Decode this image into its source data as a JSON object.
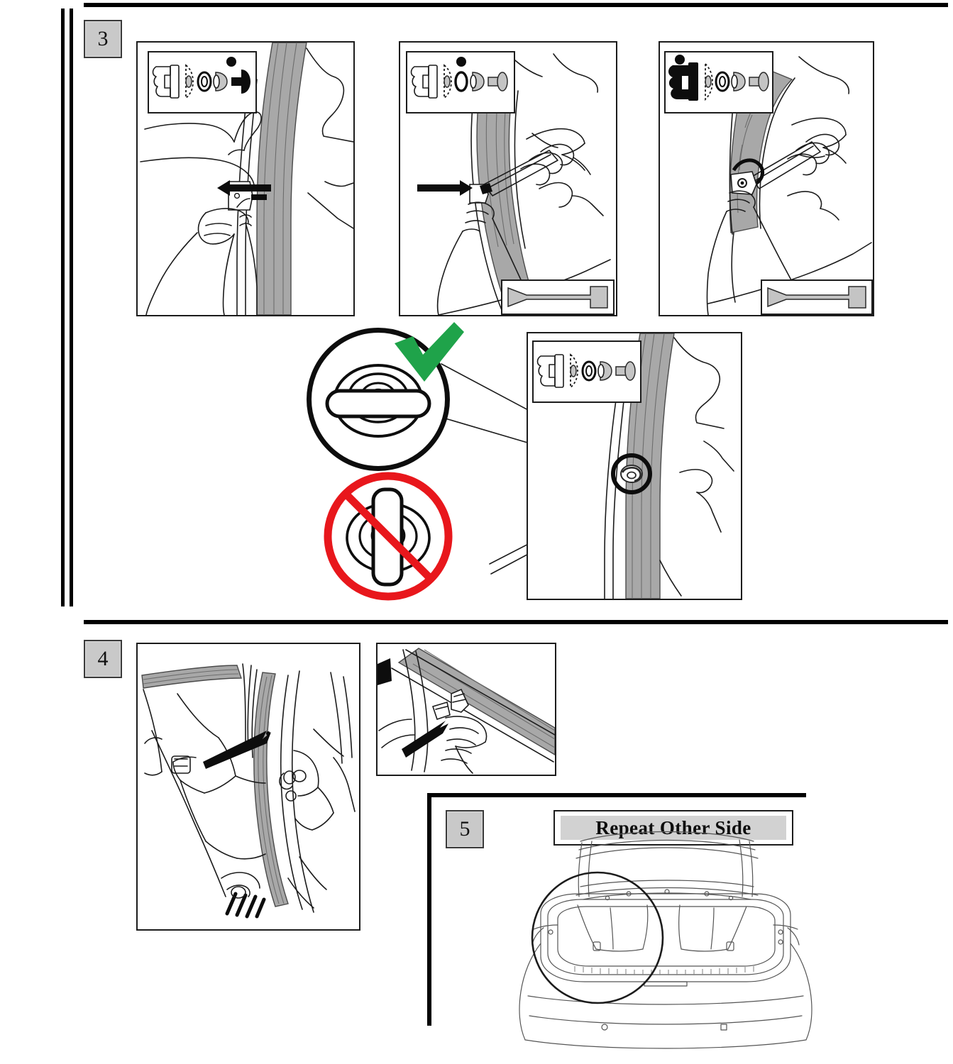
{
  "document": {
    "type": "vehicle-accessory-installation-instructions",
    "sheet_title": "Trunk Lid Weatherstrip / Clip Installation",
    "page_background": "#ffffff",
    "line_color": "#1c1c1c"
  },
  "colors": {
    "check_green": "#1fa34a",
    "prohibit_red": "#e8171c",
    "badge_gray": "#c9c9c9",
    "banner_gray": "#d2d2d2",
    "weatherstrip_gray": "#a8a8a8",
    "ink": "#1c1c1c"
  },
  "steps": [
    {
      "number": "3",
      "badge_label": "3",
      "panels": [
        {
          "id": "step3-panel-1",
          "caption": "",
          "legend": {
            "parts": [
              "clip-bracket",
              "dotted-outline",
              "grommet",
              "washer",
              "push-fastener"
            ],
            "highlighted_part": "push-fastener",
            "marker_dot": true
          },
          "arrow": "left",
          "tool_inset": false
        },
        {
          "id": "step3-panel-2",
          "caption": "",
          "legend": {
            "parts": [
              "clip-bracket",
              "dotted-outline",
              "grommet",
              "washer",
              "push-fastener"
            ],
            "highlighted_part": "marker-dot",
            "marker_dot": true
          },
          "arrow": "right",
          "tool_inset": true,
          "tool_name": "trim-pry-tool"
        },
        {
          "id": "step3-panel-3",
          "caption": "",
          "legend": {
            "parts": [
              "clip-bracket",
              "dotted-outline",
              "grommet",
              "washer",
              "push-fastener"
            ],
            "highlighted_part": "clip-bracket",
            "marker_dot": true
          },
          "arrow": "none",
          "tool_inset": true,
          "tool_name": "trim-pry-tool"
        }
      ],
      "detail": {
        "correct": {
          "symbol": "check",
          "symbol_color": "#1fa34a",
          "orientation": "horizontal",
          "meaning": "clip slot oriented horizontally - correct"
        },
        "incorrect": {
          "symbol": "prohibition",
          "symbol_color": "#e8171c",
          "orientation": "vertical",
          "meaning": "clip slot oriented vertically - incorrect"
        },
        "reference_panel": {
          "id": "step3-detail-panel",
          "legend": {
            "parts": [
              "clip-bracket",
              "dotted-outline",
              "grommet",
              "washer",
              "push-fastener"
            ],
            "highlighted_part": "none"
          },
          "callout_circle": true
        }
      }
    },
    {
      "number": "4",
      "badge_label": "4",
      "panels": [
        {
          "id": "step4-panel-main",
          "caption": "",
          "arrow": "up-right",
          "subject": "trunk-hinge-and-weatherstrip"
        },
        {
          "id": "step4-panel-detail",
          "caption": "",
          "arrow": "up-right",
          "subject": "clip-seated-detail"
        }
      ]
    },
    {
      "number": "5",
      "badge_label": "5",
      "banner": "Repeat Other Side",
      "panels": [
        {
          "id": "step5-vehicle",
          "caption": "",
          "subject": "sedan-rear-trunk-open",
          "highlight_circle": true
        }
      ]
    }
  ]
}
